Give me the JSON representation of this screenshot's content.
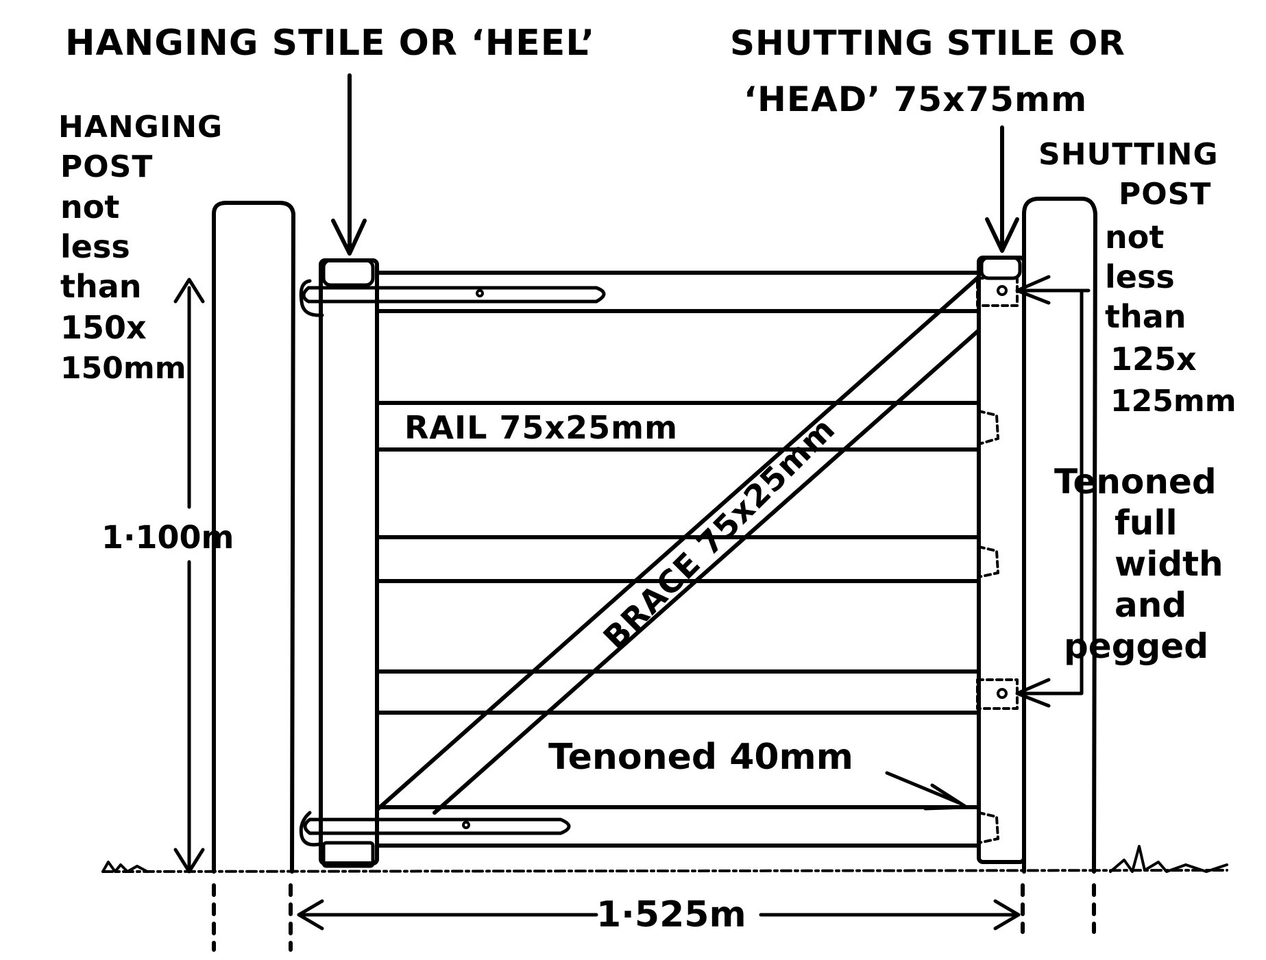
{
  "labels": {
    "hanging_stile": "HANGING STILE OR ‘HEEL’",
    "shutting_stile_line1": "SHUTTING STILE OR",
    "shutting_stile_line2": "‘HEAD’ 75x75mm",
    "hanging_post": [
      "HANGING",
      "POST",
      "not",
      "less",
      "than",
      "150x",
      "150mm"
    ],
    "shutting_post": [
      "SHUTTING",
      "POST",
      "not",
      "less",
      "than",
      "125x",
      "125mm"
    ],
    "rail": "RAIL 75x25mm",
    "brace": "BRACE 75x25mm",
    "tenoned_full": [
      "Tenoned",
      "full",
      "width",
      "and",
      "pegged"
    ],
    "tenoned_40": "Tenoned 40mm",
    "height_dim": "1·100m",
    "width_dim": "1·525m"
  }
}
